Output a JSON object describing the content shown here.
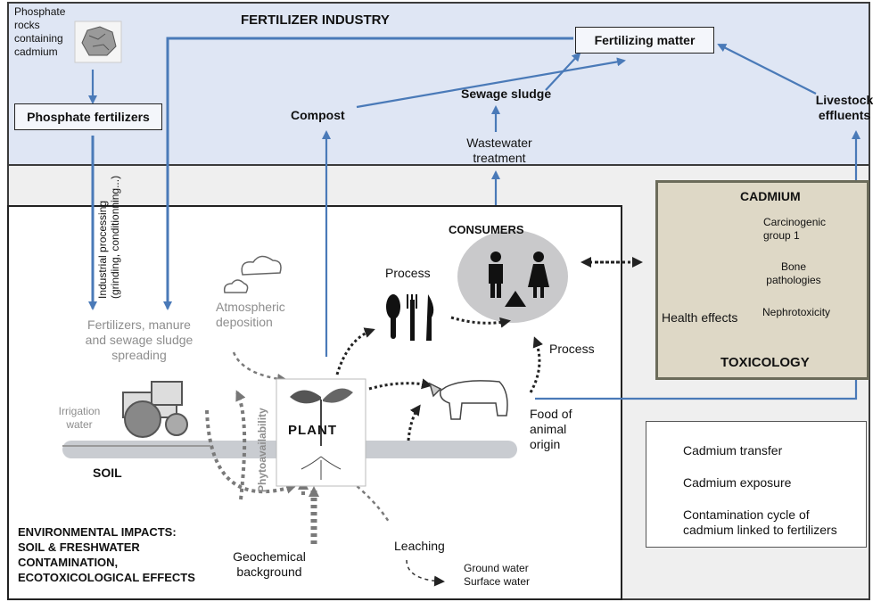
{
  "industry": {
    "title": "FERTILIZER INDUSTRY",
    "phosphate_rocks": [
      "Phosphate",
      "rocks",
      "containing",
      "cadmium"
    ],
    "phosphate_fertilizers": "Phosphate fertilizers",
    "fertilizing_matter": "Fertilizing matter",
    "compost": "Compost",
    "sewage_sludge": "Sewage sludge",
    "wastewater": [
      "Wastewater",
      "treatment"
    ],
    "livestock": [
      "Livestock",
      "effluents"
    ],
    "industrial_processing": [
      "Industrial processing",
      "(grinding, conditionning...)"
    ]
  },
  "environment": {
    "spreading": [
      "Fertilizers, manure",
      "and sewage sludge",
      "spreading"
    ],
    "atmospheric": [
      "Atmospheric",
      "deposition"
    ],
    "irrigation": [
      "Irrigation",
      "water"
    ],
    "soil": "SOIL",
    "phytoavailability": "Phytoavailability",
    "plant": "PLANT",
    "process_top": "Process",
    "process_right": "Process",
    "consumers": "CONSUMERS",
    "food": [
      "Food of",
      "animal",
      "origin"
    ],
    "geochemical": [
      "Geochemical",
      "background"
    ],
    "leaching": "Leaching",
    "water": [
      "Ground water",
      "Surface water"
    ],
    "impacts": [
      "ENVIRONMENTAL IMPACTS:",
      "SOIL & FRESHWATER",
      "CONTAMINATION,",
      "ECOTOXICOLOGICAL EFFECTS"
    ]
  },
  "toxicology": {
    "cadmium": "CADMIUM",
    "carcinogenic": [
      "Carcinogenic",
      "group 1"
    ],
    "bone": [
      "Bone",
      "pathologies"
    ],
    "nephro": "Nephrotoxicity",
    "health": "Health effects",
    "title": "TOXICOLOGY"
  },
  "legend": {
    "transfer": "Cadmium transfer",
    "exposure": "Cadmium exposure",
    "cycle": [
      "Contamination cycle of",
      "cadmium linked to fertilizers"
    ]
  },
  "colors": {
    "cycle_blue": "#4a7ab8",
    "industry_bg": "#dfe6f4",
    "tox_bg": "#ded8c6"
  }
}
